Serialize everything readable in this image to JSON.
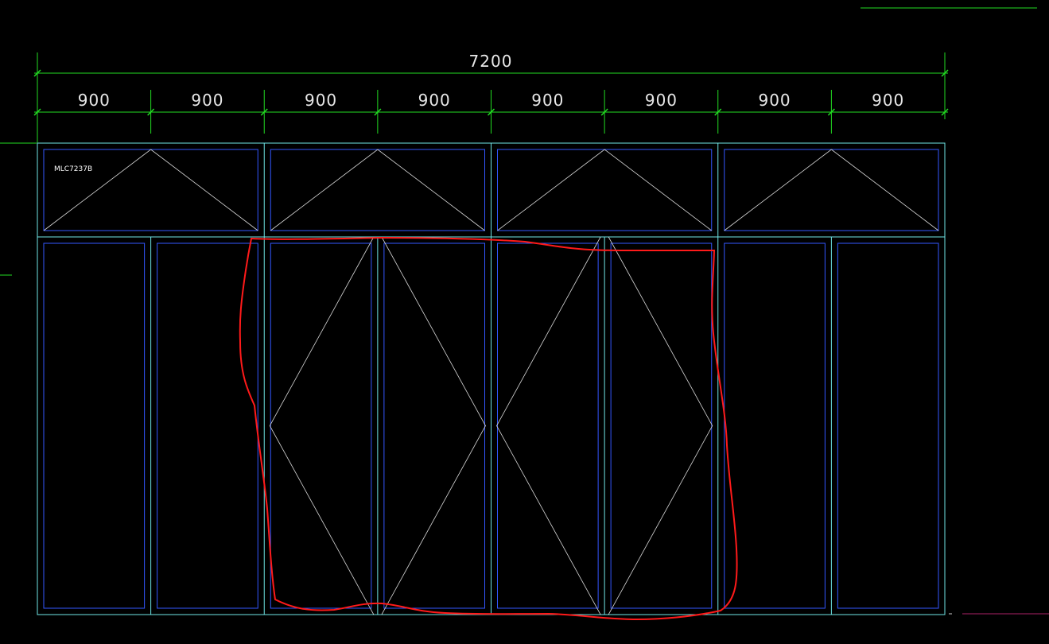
{
  "drawing": {
    "background": "#000000",
    "colors": {
      "dimension": "#22dd22",
      "frame_outer": "#6fe6e6",
      "frame_inner": "#3357ff",
      "opening_lines": "#d8d8d8",
      "markup": "#ff1a1a",
      "accent_magenta": "#aa2266"
    },
    "overall_dimension": "7200",
    "segment_dimensions": [
      "900",
      "900",
      "900",
      "900",
      "900",
      "900",
      "900",
      "900"
    ],
    "window_tag": "MLC7237B",
    "transom_panes": [
      {
        "opening": "top-hung",
        "icon": "triangle-apex-top"
      },
      {
        "opening": "top-hung",
        "icon": "triangle-apex-top"
      },
      {
        "opening": "top-hung",
        "icon": "triangle-apex-top"
      },
      {
        "opening": "top-hung",
        "icon": "triangle-apex-top"
      }
    ],
    "door_leaves": [
      {
        "opening": "fixed"
      },
      {
        "opening": "fixed"
      },
      {
        "opening": "casement-left",
        "icon": "apex-left"
      },
      {
        "opening": "casement-right",
        "icon": "apex-right"
      },
      {
        "opening": "casement-left",
        "icon": "apex-left"
      },
      {
        "opening": "casement-right",
        "icon": "apex-right"
      },
      {
        "opening": "fixed"
      },
      {
        "opening": "fixed"
      }
    ],
    "markup_annotation": "red-freehand-outline"
  }
}
